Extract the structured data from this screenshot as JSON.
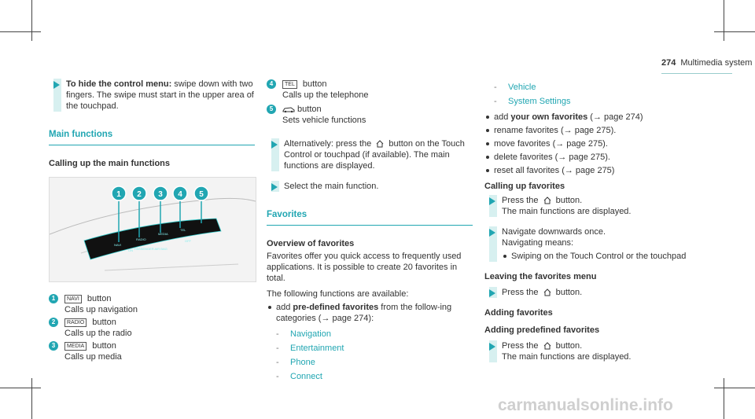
{
  "header": {
    "page_number": "274",
    "section": "Multimedia system"
  },
  "col1": {
    "instr_hide": {
      "bold": "To hide the control menu:",
      "text": " swipe down with two fingers. The swipe must start in the upper area of the touchpad."
    },
    "section_title": "Main functions",
    "subtitle": "Calling up the main functions",
    "figure_labels": {
      "navi": "NAVI",
      "radio": "RADIO",
      "media": "MEDIA",
      "tel": "TEL",
      "passenger": "PASSENGER AIR BAG",
      "off": "OFF",
      "on": "ON"
    },
    "callouts": [
      "1",
      "2",
      "3",
      "4",
      "5"
    ],
    "items": [
      {
        "num": "1",
        "key": "NAVI",
        "label": " button",
        "desc": "Calls up navigation"
      },
      {
        "num": "2",
        "key": "RADIO",
        "label": " button",
        "desc": "Calls up the radio"
      },
      {
        "num": "3",
        "key": "MEDIA",
        "label": " button",
        "desc": "Calls up media"
      }
    ]
  },
  "col2": {
    "items": [
      {
        "num": "4",
        "key": "TEL",
        "label": " button",
        "desc": "Calls up the telephone"
      },
      {
        "num": "5",
        "label": " button",
        "desc": "Sets vehicle functions"
      }
    ],
    "instr_alt": {
      "t1": "Alternatively: press the ",
      "t2": " button on the Touch Control or touchpad (if available). The main functions are displayed."
    },
    "instr_select": "Select the main function.",
    "section_title": "Favorites",
    "subtitle": "Overview of favorites",
    "para1": "Favorites offer you quick access to frequently used applications. It is possible to create 20 favorites in total.",
    "para2": "The following functions are available:",
    "bullet_add_predef": {
      "t1": "add ",
      "bold": "pre-defined favorites",
      "t2": " from the follow-ing categories (→ page 274):"
    },
    "categories": [
      "Navigation",
      "Entertainment",
      "Phone",
      "Connect"
    ]
  },
  "col3": {
    "categories": [
      "Vehicle",
      "System Settings"
    ],
    "bullets": [
      {
        "t1": "add ",
        "bold": "your own favorites",
        "t2": " (→ page 274)"
      },
      {
        "t1": "rename favorites (→ page 275).",
        "bold": "",
        "t2": ""
      },
      {
        "t1": "move favorites (→ page 275).",
        "bold": "",
        "t2": ""
      },
      {
        "t1": "delete favorites (→ page 275).",
        "bold": "",
        "t2": ""
      },
      {
        "t1": "reset all favorites (→ page 275)",
        "bold": "",
        "t2": ""
      }
    ],
    "sub_calling": "Calling up favorites",
    "instr_press1": {
      "t1": "Press the ",
      "t2": " button.",
      "t3": "The main functions are displayed."
    },
    "instr_nav": {
      "t1": "Navigate downwards once.",
      "t2": "Navigating means:"
    },
    "nav_bullet": "Swiping on the Touch Control or the touchpad",
    "sub_leaving": "Leaving the favorites menu",
    "instr_press2": {
      "t1": "Press the ",
      "t2": " button."
    },
    "sub_adding": "Adding favorites",
    "sub_adding_pre": "Adding predefined favorites",
    "instr_press3": {
      "t1": "Press the ",
      "t2": " button.",
      "t3": "The main functions are displayed."
    }
  },
  "watermark": "carmanualsonline.info",
  "colors": {
    "accent": "#21a6b2",
    "instruction_bar": "#d7f0f0"
  }
}
